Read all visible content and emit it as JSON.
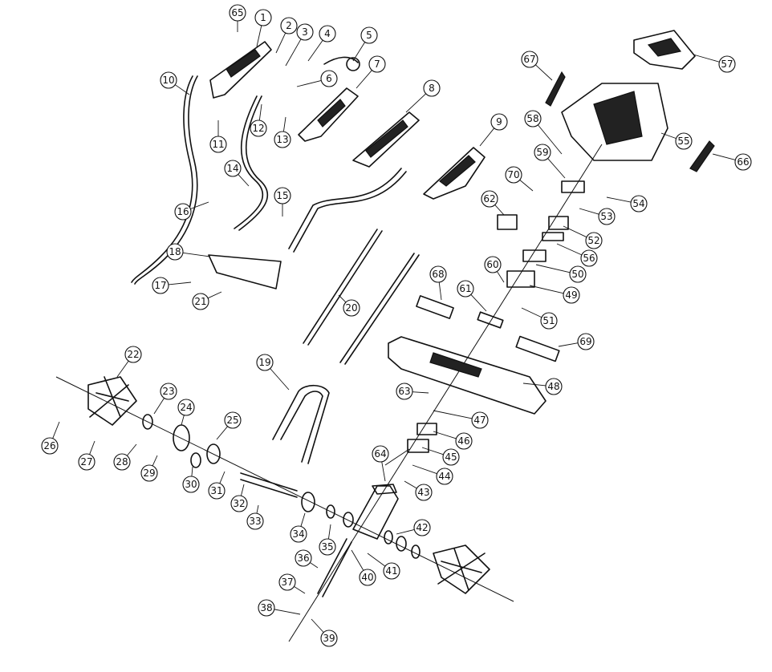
{
  "diagram": {
    "type": "exploded-parts-view",
    "callouts": [
      {
        "n": "65"
      },
      {
        "n": "1"
      },
      {
        "n": "2"
      },
      {
        "n": "3"
      },
      {
        "n": "4"
      },
      {
        "n": "5"
      },
      {
        "n": "10"
      },
      {
        "n": "6"
      },
      {
        "n": "7"
      },
      {
        "n": "8"
      },
      {
        "n": "12"
      },
      {
        "n": "13"
      },
      {
        "n": "11"
      },
      {
        "n": "9"
      },
      {
        "n": "14"
      },
      {
        "n": "15"
      },
      {
        "n": "16"
      },
      {
        "n": "18"
      },
      {
        "n": "17"
      },
      {
        "n": "21"
      },
      {
        "n": "20"
      },
      {
        "n": "19"
      },
      {
        "n": "22"
      },
      {
        "n": "23"
      },
      {
        "n": "24"
      },
      {
        "n": "25"
      },
      {
        "n": "26"
      },
      {
        "n": "27"
      },
      {
        "n": "28"
      },
      {
        "n": "29"
      },
      {
        "n": "30"
      },
      {
        "n": "31"
      },
      {
        "n": "32"
      },
      {
        "n": "33"
      },
      {
        "n": "34"
      },
      {
        "n": "35"
      },
      {
        "n": "36"
      },
      {
        "n": "37"
      },
      {
        "n": "38"
      },
      {
        "n": "39"
      },
      {
        "n": "40"
      },
      {
        "n": "41"
      },
      {
        "n": "42"
      },
      {
        "n": "43"
      },
      {
        "n": "44"
      },
      {
        "n": "45"
      },
      {
        "n": "46"
      },
      {
        "n": "47"
      },
      {
        "n": "48"
      },
      {
        "n": "63"
      },
      {
        "n": "64"
      },
      {
        "n": "60"
      },
      {
        "n": "61"
      },
      {
        "n": "68"
      },
      {
        "n": "69"
      },
      {
        "n": "51"
      },
      {
        "n": "49"
      },
      {
        "n": "50"
      },
      {
        "n": "56"
      },
      {
        "n": "52"
      },
      {
        "n": "53"
      },
      {
        "n": "54"
      },
      {
        "n": "62"
      },
      {
        "n": "70"
      },
      {
        "n": "59"
      },
      {
        "n": "58"
      },
      {
        "n": "67"
      },
      {
        "n": "57"
      },
      {
        "n": "55"
      },
      {
        "n": "66"
      }
    ]
  }
}
